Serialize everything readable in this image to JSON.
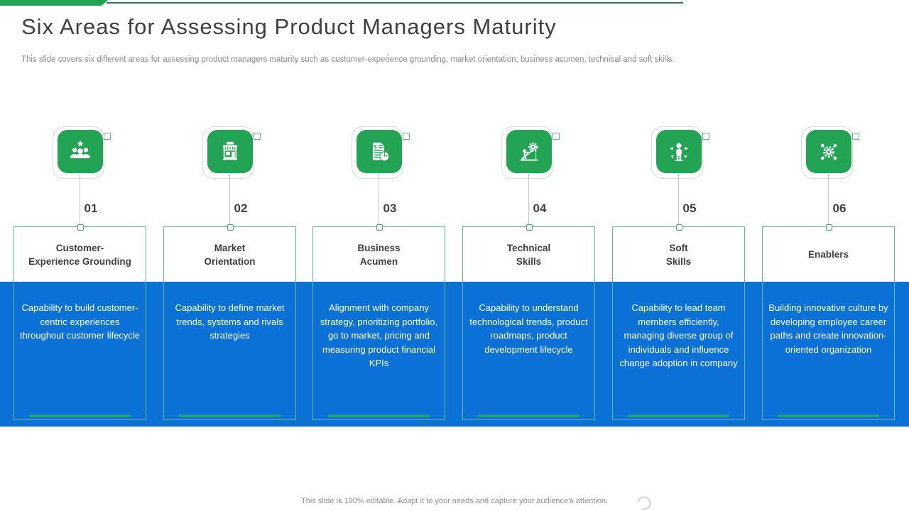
{
  "page": {
    "title": "Six Areas for Assessing Product Managers Maturity",
    "subtitle": "This slide covers six different areas for assessing product managers maturity such as customer-experience grounding, market orientation, business acumen, technical and soft skills.",
    "footer": "This slide is 100% editable. Adapt it to your needs and capture your audience's attention."
  },
  "colors": {
    "accent_green": "#23a455",
    "dark_green_line": "#2e7d55",
    "band_blue": "#0b71d6",
    "teal_underline": "#1fa078",
    "box_border_green": "#5fbd8c",
    "heading_text": "#3f3f3f",
    "muted_text": "#8a8a8a"
  },
  "areas": [
    {
      "number": "01",
      "icon": "team-star-icon",
      "title": "Customer-\nExperience Grounding",
      "description": "Capability to build customer-centric experiences throughout customer lifecycle"
    },
    {
      "number": "02",
      "icon": "storefront-icon",
      "title": "Market\nOrientation",
      "description": "Capability to define market trends, systems and rivals strategies"
    },
    {
      "number": "03",
      "icon": "financial-report-icon",
      "title": "Business\nAcumen",
      "description": "Alignment with company strategy, prioritizing portfolio, go to market, pricing and measuring product financial KPIs"
    },
    {
      "number": "04",
      "icon": "gear-climb-icon",
      "title": "Technical\nSkills",
      "description": "Capability to understand technological trends, product roadmaps, product development lifecycle"
    },
    {
      "number": "05",
      "icon": "person-influence-icon",
      "title": "Soft\nSkills",
      "description": "Capability to lead team members efficiently, managing diverse group of individuals and influence change adoption in company"
    },
    {
      "number": "06",
      "icon": "innovation-network-icon",
      "title": "Enablers",
      "description": "Building innovative culture by developing employee career paths and create innovation-oriented organization"
    }
  ]
}
